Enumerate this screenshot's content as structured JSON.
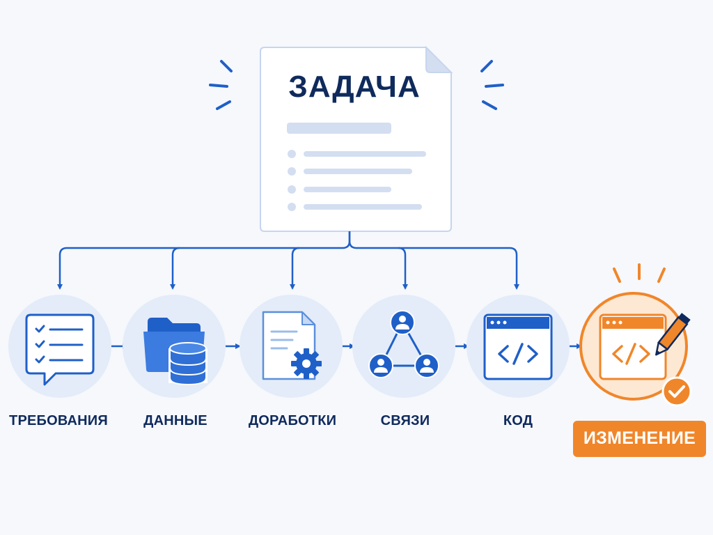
{
  "task": {
    "title": "ЗАДАЧА"
  },
  "steps": [
    {
      "id": "requirements",
      "label": "ТРЕБОВАНИЯ",
      "icon": "chat-checklist-icon"
    },
    {
      "id": "data",
      "label": "ДАННЫЕ",
      "icon": "folder-database-icon"
    },
    {
      "id": "improvements",
      "label": "ДОРАБОТКИ",
      "icon": "document-gear-icon"
    },
    {
      "id": "links",
      "label": "СВЯЗИ",
      "icon": "network-users-icon"
    },
    {
      "id": "code",
      "label": "КОД",
      "icon": "code-window-icon"
    },
    {
      "id": "change",
      "label": "ИЗМЕНЕНИЕ",
      "icon": "code-window-pencil-check-icon"
    }
  ],
  "colors": {
    "primary": "#1f5fc8",
    "navy": "#0f2a5c",
    "light_circle": "#e3ecf8",
    "doc_bg": "#ffffff",
    "doc_border": "#c7d5ee",
    "placeholder": "#d4def1",
    "accent": "#f0862a",
    "accent_light": "#fde8d3"
  }
}
